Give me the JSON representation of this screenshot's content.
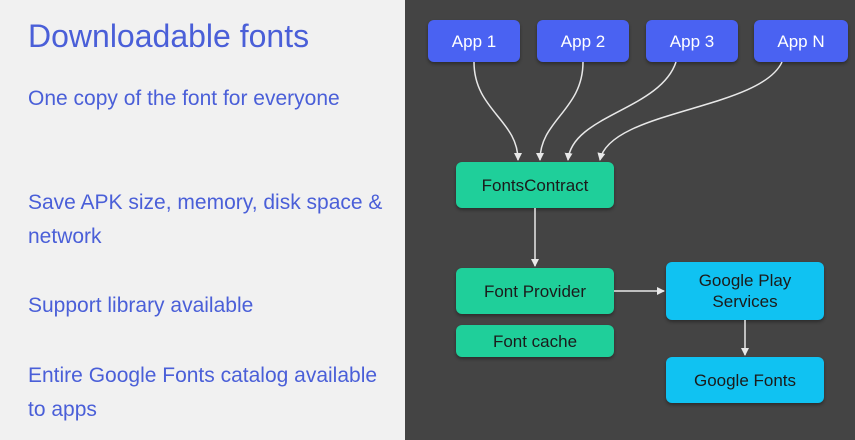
{
  "slide": {
    "title": "Downloadable fonts",
    "bullets": [
      "One copy of the font for everyone",
      "Save APK size, memory, disk space & network",
      "Support library available",
      "Entire Google Fonts catalog available to apps"
    ]
  },
  "diagram": {
    "apps": [
      "App 1",
      "App 2",
      "App 3",
      "App N"
    ],
    "fonts_contract": "FontsContract",
    "font_provider": "Font Provider",
    "font_cache": "Font cache",
    "google_play_services": "Google Play\nServices",
    "google_fonts": "Google Fonts"
  },
  "colors": {
    "text_accent": "#4a5fd8",
    "app_box": "#4a62f2",
    "teal_box": "#1fcf9a",
    "cyan_box": "#10c2f2",
    "diagram_background": "#444444",
    "slide_background": "#f1f1f1"
  }
}
